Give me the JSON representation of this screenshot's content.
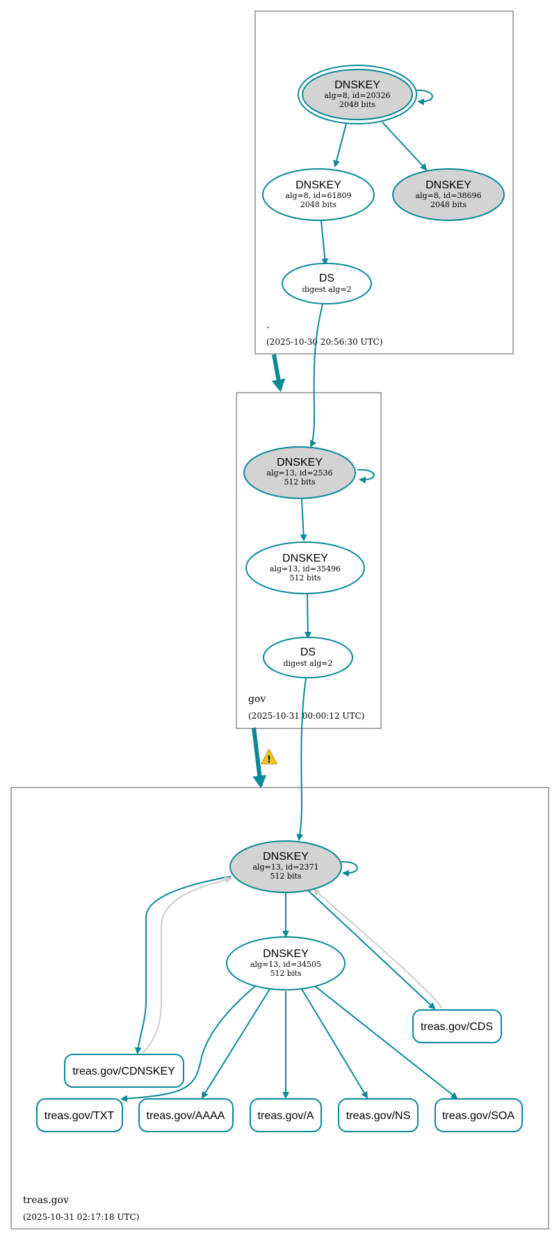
{
  "colors": {
    "edge": "#0a8896",
    "edge_grey": "#cccccc",
    "node_fill_sep": "#d3d3d3",
    "node_fill": "#ffffff",
    "warning": "#f5c518"
  },
  "zones": {
    "root": {
      "name": ".",
      "timestamp": "(2025-10-30 20:56:30 UTC)"
    },
    "gov": {
      "name": "gov",
      "timestamp": "(2025-10-31 00:00:12 UTC)"
    },
    "treas": {
      "name": "treas.gov",
      "timestamp": "(2025-10-31 02:17:18 UTC)"
    }
  },
  "nodes": {
    "root_ksk": {
      "title": "DNSKEY",
      "line1": "alg=8, id=20326",
      "line2": "2048 bits"
    },
    "root_zsk1": {
      "title": "DNSKEY",
      "line1": "alg=8, id=61809",
      "line2": "2048 bits"
    },
    "root_zsk2": {
      "title": "DNSKEY",
      "line1": "alg=8, id=38696",
      "line2": "2048 bits"
    },
    "root_ds": {
      "title": "DS",
      "line1": "digest alg=2"
    },
    "gov_ksk": {
      "title": "DNSKEY",
      "line1": "alg=13, id=2536",
      "line2": "512 bits"
    },
    "gov_zsk": {
      "title": "DNSKEY",
      "line1": "alg=13, id=35496",
      "line2": "512 bits"
    },
    "gov_ds": {
      "title": "DS",
      "line1": "digest alg=2"
    },
    "treas_ksk": {
      "title": "DNSKEY",
      "line1": "alg=13, id=2371",
      "line2": "512 bits"
    },
    "treas_zsk": {
      "title": "DNSKEY",
      "line1": "alg=13, id=34505",
      "line2": "512 bits"
    }
  },
  "records": {
    "cds": "treas.gov/CDS",
    "cdnskey": "treas.gov/CDNSKEY",
    "txt": "treas.gov/TXT",
    "aaaa": "treas.gov/AAAA",
    "a": "treas.gov/A",
    "ns": "treas.gov/NS",
    "soa": "treas.gov/SOA"
  },
  "icons": {
    "warning": "warning-icon"
  }
}
